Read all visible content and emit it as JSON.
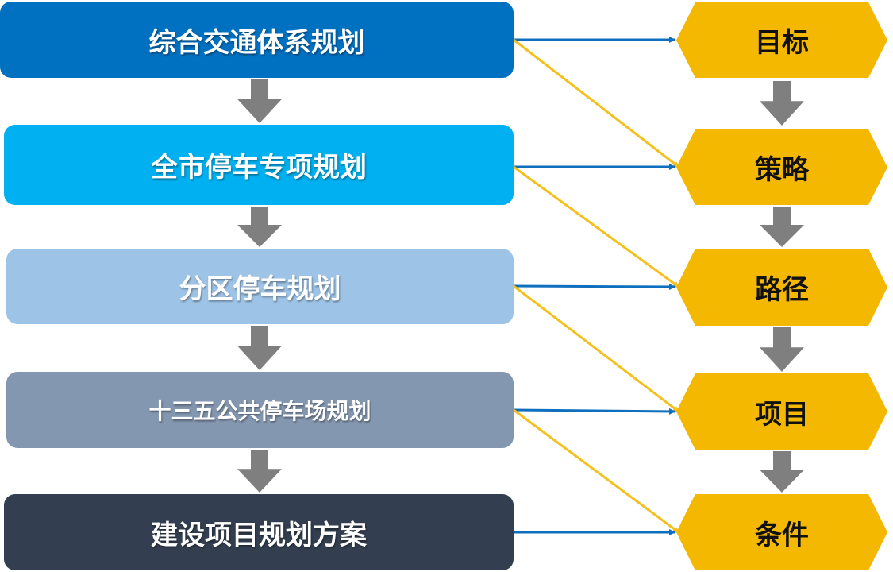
{
  "left_boxes": [
    {
      "label": "综合交通体系规划",
      "color": "#0070C0"
    },
    {
      "label": "全市停车专项规划",
      "color": "#00B0F0"
    },
    {
      "label": "分区停车规划",
      "color": "#9DC3E6"
    },
    {
      "label": "十三五公共停车场规划",
      "color": "#8497B0"
    },
    {
      "label": "建设项目规划方案",
      "color": "#333F50"
    }
  ],
  "right_steps": [
    {
      "label": "目标"
    },
    {
      "label": "策略"
    },
    {
      "label": "路径"
    },
    {
      "label": "项目"
    },
    {
      "label": "条件"
    }
  ],
  "colors": {
    "hex": "#F4B800",
    "blue_arrow": "#0E6FBF",
    "yellow_arrow": "#F4C01E",
    "gray_arrow": "#7F7F7F"
  }
}
